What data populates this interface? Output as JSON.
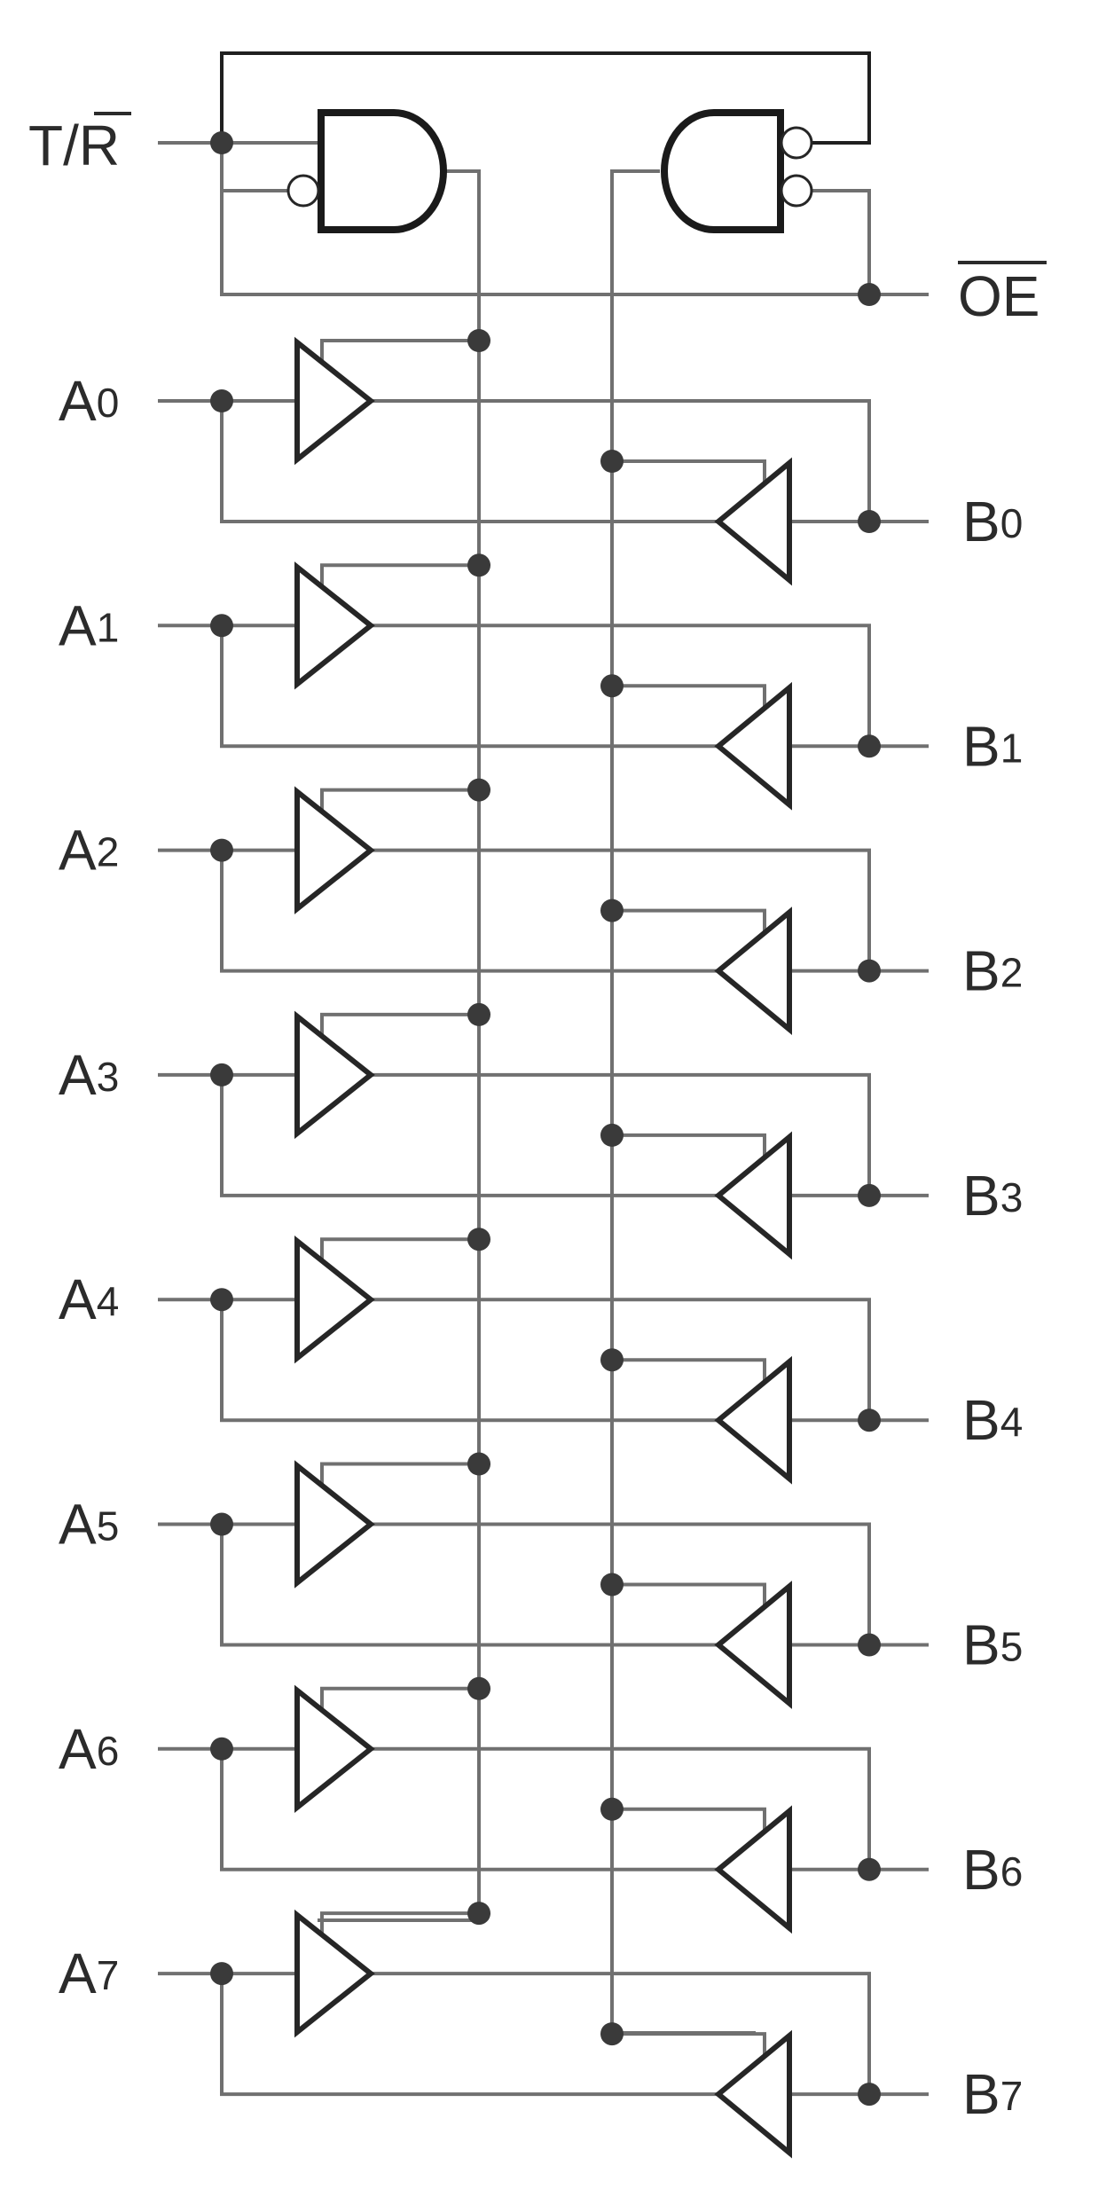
{
  "control_signals": {
    "direction": {
      "main": "T/",
      "barred": "R"
    },
    "output_enable": {
      "barred": "OE"
    }
  },
  "a_ports": [
    {
      "letter": "A",
      "index": "0"
    },
    {
      "letter": "A",
      "index": "1"
    },
    {
      "letter": "A",
      "index": "2"
    },
    {
      "letter": "A",
      "index": "3"
    },
    {
      "letter": "A",
      "index": "4"
    },
    {
      "letter": "A",
      "index": "5"
    },
    {
      "letter": "A",
      "index": "6"
    },
    {
      "letter": "A",
      "index": "7"
    }
  ],
  "b_ports": [
    {
      "letter": "B",
      "index": "0"
    },
    {
      "letter": "B",
      "index": "1"
    },
    {
      "letter": "B",
      "index": "2"
    },
    {
      "letter": "B",
      "index": "3"
    },
    {
      "letter": "B",
      "index": "4"
    },
    {
      "letter": "B",
      "index": "5"
    },
    {
      "letter": "B",
      "index": "6"
    },
    {
      "letter": "B",
      "index": "7"
    }
  ]
}
